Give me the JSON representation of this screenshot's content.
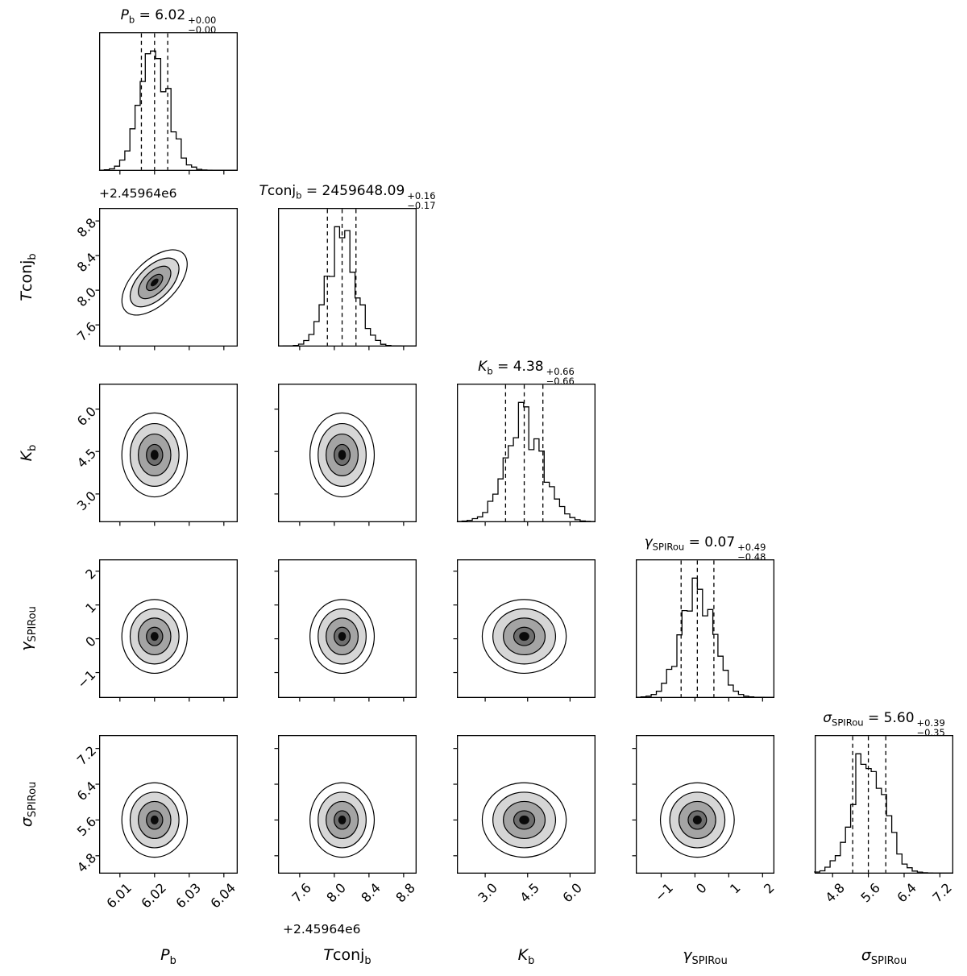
{
  "chart_data": {
    "type": "corner",
    "description": "MCMC posterior corner plot: 5 parameters, diagonal step histograms with 16/50/84 percentile dashed lines, lower-triangle filled grayscale contour panels",
    "n_params": 5,
    "contour_levels_sigma": [
      0.5,
      1.0,
      1.5,
      2.0
    ],
    "style": {
      "background": "#ffffff",
      "line_color": "#000000",
      "fill_colors": [
        "#ffffff",
        "#d6d6d6",
        "#a4a4a4",
        "#6f6f6f"
      ],
      "core_color": "#0a0a0a"
    },
    "parameters": [
      {
        "name": "P_b",
        "symbol": "P",
        "symbol_roman": "",
        "subscript": "b",
        "title_value": "6.02",
        "err_plus": "+0.00",
        "err_minus": "−0.00",
        "median": 6.02,
        "sigma": 0.0042,
        "q_plus": 0.0038,
        "q_minus": 0.0038,
        "range": [
          6.004,
          6.044
        ],
        "ticks": [
          6.01,
          6.02,
          6.03,
          6.04
        ],
        "tick_labels": [
          "6.01",
          "6.02",
          "6.03",
          "6.04"
        ],
        "axis_offset_label": null
      },
      {
        "name": "Tconj_b",
        "symbol": "T",
        "symbol_roman": "conj",
        "subscript": "b",
        "title_value": "2459648.09",
        "err_plus": "+0.16",
        "err_minus": "−0.17",
        "median": 8.09,
        "sigma": 0.165,
        "q_plus": 0.16,
        "q_minus": 0.17,
        "range": [
          7.35,
          8.95
        ],
        "ticks": [
          7.6,
          8.0,
          8.4,
          8.8
        ],
        "tick_labels": [
          "7.6",
          "8.0",
          "8.4",
          "8.8"
        ],
        "axis_offset_label": "+2.45964e6"
      },
      {
        "name": "K_b",
        "symbol": "K",
        "symbol_roman": "",
        "subscript": "b",
        "title_value": "4.38",
        "err_plus": "+0.66",
        "err_minus": "−0.66",
        "median": 4.38,
        "sigma": 0.66,
        "q_plus": 0.66,
        "q_minus": 0.66,
        "range": [
          2.0,
          6.9
        ],
        "ticks": [
          3.0,
          4.5,
          6.0
        ],
        "tick_labels": [
          "3.0",
          "4.5",
          "6.0"
        ],
        "axis_offset_label": null
      },
      {
        "name": "gamma_SPIRou",
        "symbol": "γ",
        "symbol_roman": "",
        "subscript": "SPIRou",
        "title_value": "0.07",
        "err_plus": "+0.49",
        "err_minus": "−0.48",
        "median": 0.07,
        "sigma": 0.485,
        "q_plus": 0.49,
        "q_minus": 0.48,
        "range": [
          -1.75,
          2.35
        ],
        "ticks": [
          -1,
          0,
          1,
          2
        ],
        "tick_labels": [
          "−1",
          "0",
          "1",
          "2"
        ],
        "axis_offset_label": null
      },
      {
        "name": "sigma_SPIRou",
        "symbol": "σ",
        "symbol_roman": "",
        "subscript": "SPIRou",
        "title_value": "5.60",
        "err_plus": "+0.39",
        "err_minus": "−0.35",
        "median": 5.6,
        "sigma": 0.37,
        "q_plus": 0.39,
        "q_minus": 0.35,
        "range": [
          4.4,
          7.5
        ],
        "ticks": [
          4.8,
          5.6,
          6.4,
          7.2
        ],
        "tick_labels": [
          "4.8",
          "5.6",
          "6.4",
          "7.2"
        ],
        "axis_offset_label": null
      }
    ],
    "correlations": [
      {
        "x_index": 0,
        "y_index": 1,
        "rho": 0.55
      }
    ]
  }
}
